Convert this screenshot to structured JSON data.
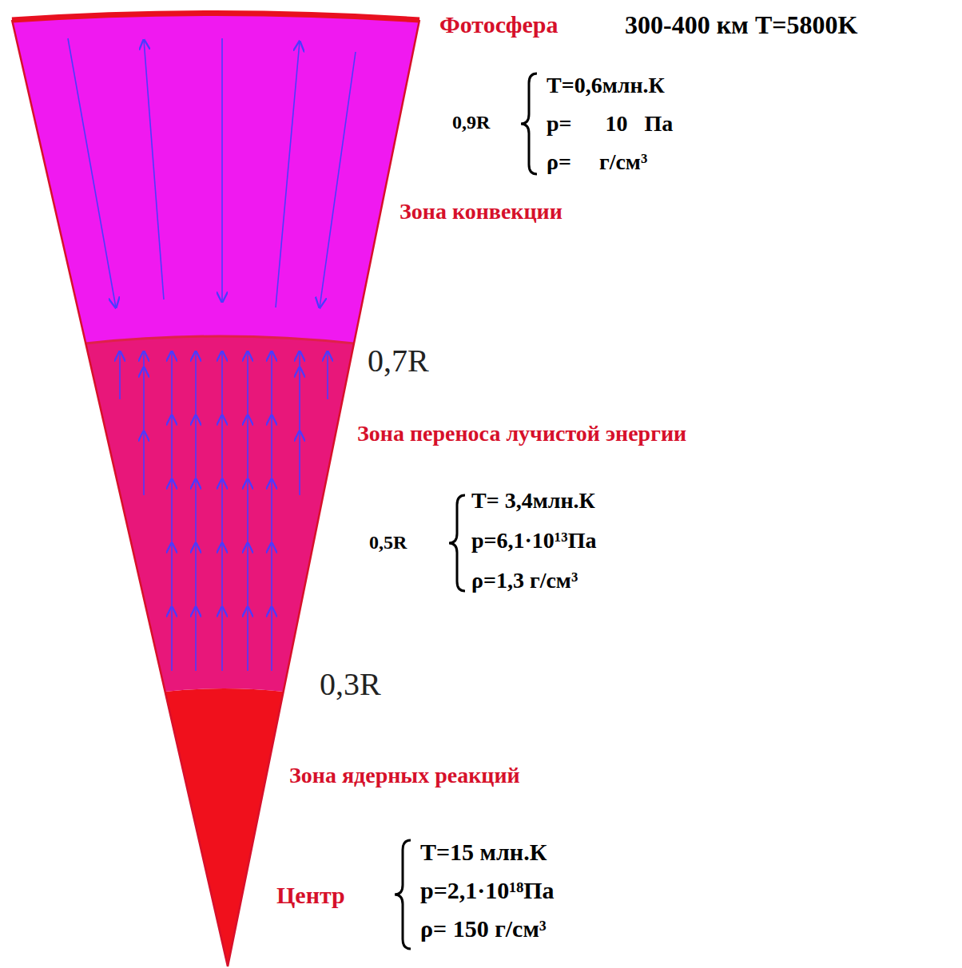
{
  "diagram": {
    "labels": [
      "Фотосфера",
      "300-400 км T=5800K",
      "0,9R",
      "T=0,6млн.К",
      "p=      10   Па",
      "ρ=     г/см³",
      "Зона конвекции",
      "0,7R",
      "Зона переноса лучистой энергии",
      "0,5R",
      "T= 3,4млн.К",
      "p=6,1·10¹³Па",
      "ρ=1,3 г/см³",
      "0,3R",
      "Зона ядерных реакций",
      "Центр",
      "T=15 млн.К",
      "p=2,1·10¹⁸Па",
      "ρ= 150 г/см³"
    ]
  }
}
